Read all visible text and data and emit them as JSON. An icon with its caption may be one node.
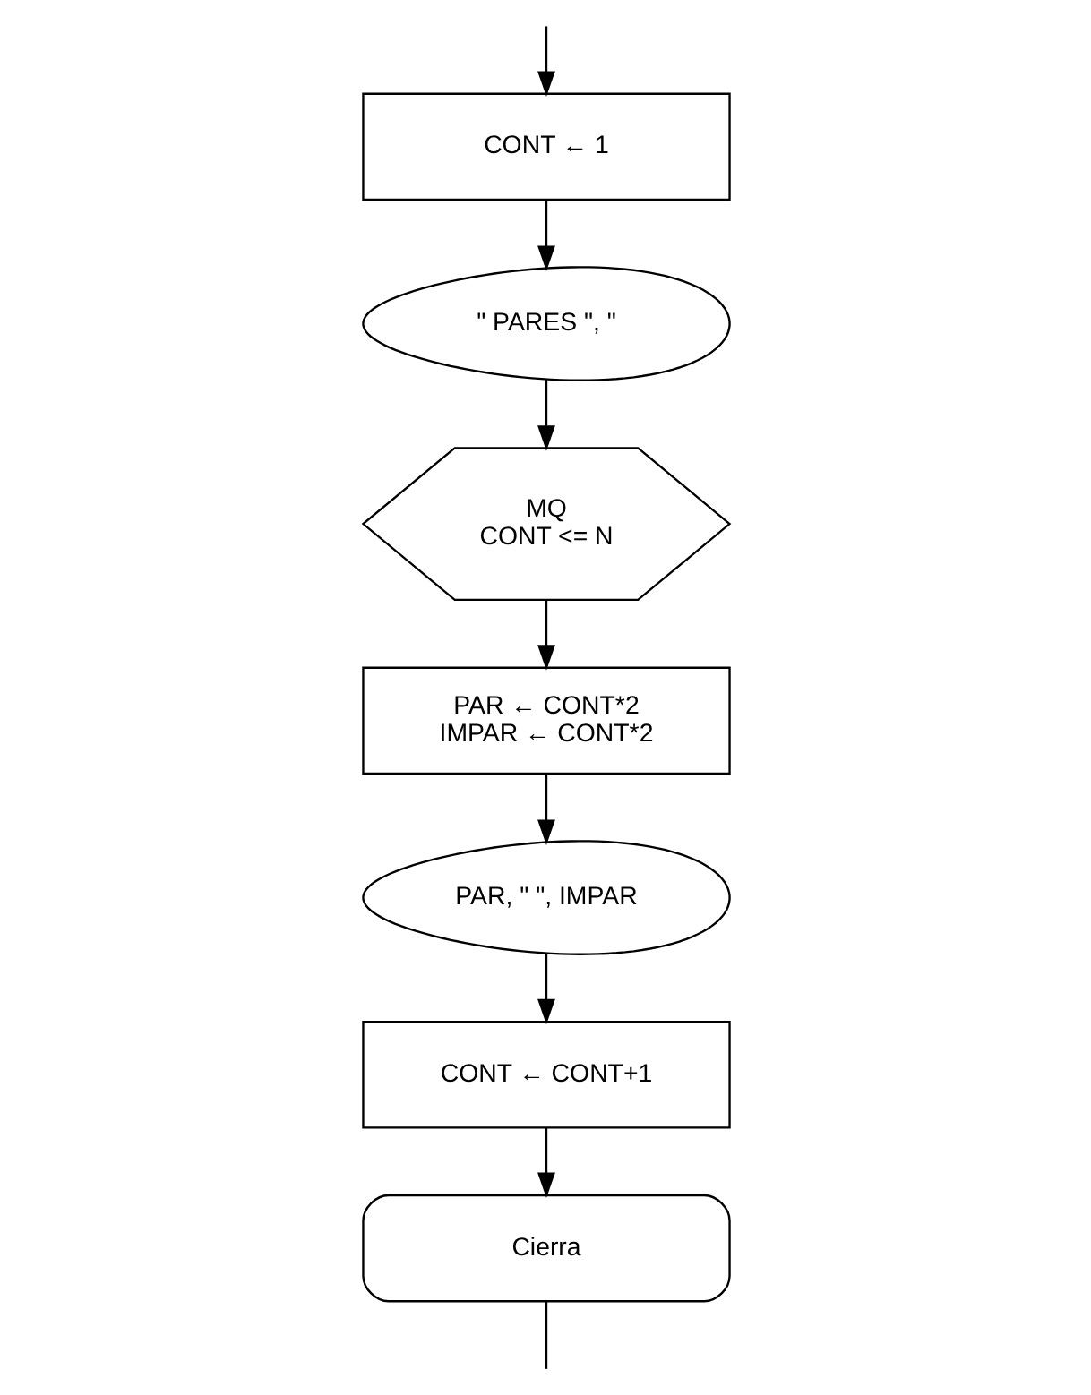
{
  "diagram": {
    "nodes": [
      {
        "text": [
          "CONT ← 1"
        ]
      },
      {
        "text": [
          "\" PARES \", \""
        ]
      },
      {
        "text": [
          "MQ",
          "CONT <= N"
        ]
      },
      {
        "text": [
          "PAR ← CONT*2",
          "IMPAR ← CONT*2"
        ]
      },
      {
        "text": [
          "PAR, \" \", IMPAR"
        ]
      },
      {
        "text": [
          "CONT ← CONT+1"
        ]
      },
      {
        "text": [
          "Cierra"
        ]
      }
    ],
    "edges": [
      {
        "from": null,
        "to": 0,
        "arrow": "to"
      },
      {
        "from": 0,
        "to": 1,
        "arrow": "to"
      },
      {
        "from": 1,
        "to": 2,
        "arrow": "to"
      },
      {
        "from": 2,
        "to": 3,
        "arrow": "to"
      },
      {
        "from": 3,
        "to": 4,
        "arrow": "to"
      },
      {
        "from": 4,
        "to": 5,
        "arrow": "to"
      },
      {
        "from": 5,
        "to": 6,
        "arrow": "to"
      },
      {
        "from": 6,
        "to": null,
        "arrow": "none"
      }
    ]
  }
}
